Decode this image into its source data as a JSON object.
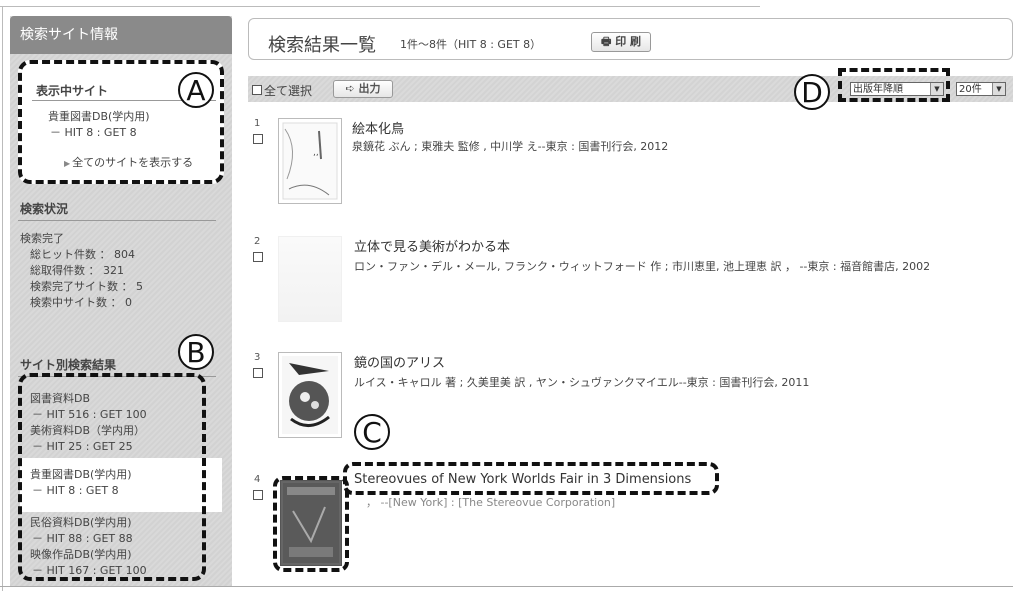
{
  "sidebar": {
    "header": "検索サイト情報",
    "displaying": {
      "title": "表示中サイト",
      "site": "貴重図書DB(学内用)",
      "hits": "－ HIT 8 : GET 8",
      "show_all": "全てのサイトを表示する"
    },
    "status": {
      "title": "検索状況",
      "done": "検索完了",
      "total_hits": "総ヒット件数 ： 804",
      "total_get": "総取得件数 ： 321",
      "sites_done": "検索完了サイト数 ： 5",
      "sites_searching": "検索中サイト数 ： 0"
    },
    "per_site": {
      "title": "サイト別検索結果",
      "sites": [
        {
          "name": "図書資料DB",
          "hits": "－ HIT 516 : GET 100"
        },
        {
          "name": "美術資料DB（学内用）",
          "hits": "－ HIT 25 : GET 25"
        },
        {
          "name": "貴重図書DB(学内用)",
          "hits": "－ HIT 8 : GET 8"
        },
        {
          "name": "民俗資料DB(学内用)",
          "hits": "－ HIT 88 : GET 88"
        },
        {
          "name": "映像作品DB(学内用)",
          "hits": "－ HIT 167 : GET 100"
        }
      ]
    }
  },
  "callouts": {
    "a": "A",
    "b": "B",
    "c": "C",
    "d": "D"
  },
  "results": {
    "title": "検索結果一覧",
    "count": "1件～8件（HIT 8 : GET 8）",
    "print": "印 刷",
    "select_all": "全て選択",
    "output": "出力",
    "sort": "出版年降順",
    "per_page": "20件",
    "items": [
      {
        "num": "1",
        "title": "絵本化鳥",
        "meta": "泉鏡花 ぶん ; 東雅夫 監修 , 中川学 え--東京 : 国書刊行会, 2012"
      },
      {
        "num": "2",
        "title": "立体で見る美術がわかる本",
        "meta": "ロン・ファン・デル・メール, フランク・ウィットフォード 作 ; 市川恵里, 池上理恵 訳 ，  --東京 : 福音館書店, 2002"
      },
      {
        "num": "3",
        "title": "鏡の国のアリス",
        "meta": "ルイス・キャロル 著 ; 久美里美 訳 , ヤン・シュヴァンクマイエル--東京 : 国書刊行会, 2011"
      },
      {
        "num": "4",
        "title": "Stereovues of New York Worlds Fair in 3 Dimensions",
        "meta": "， --[New York] : [The Stereovue Corporation]"
      }
    ]
  }
}
